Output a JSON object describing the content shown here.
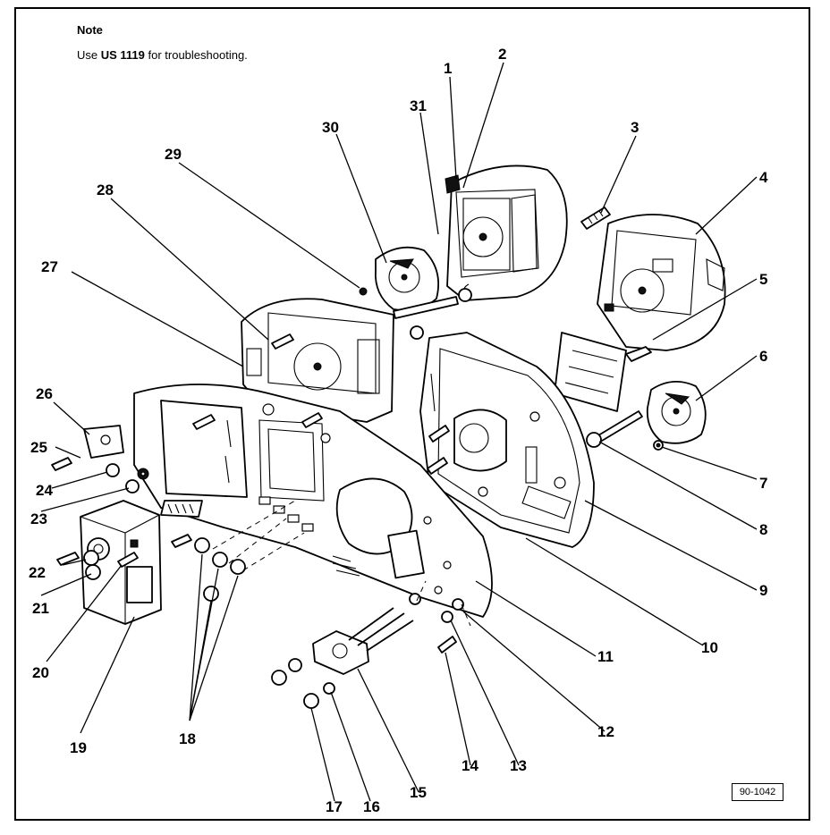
{
  "note": {
    "title": "Note",
    "body_prefix": "Use ",
    "body_ref": "US 1119",
    "body_suffix": " for troubleshooting."
  },
  "figure_number": "90-1042",
  "callouts": [
    "1",
    "2",
    "3",
    "4",
    "5",
    "6",
    "7",
    "8",
    "9",
    "10",
    "11",
    "12",
    "13",
    "14",
    "15",
    "16",
    "17",
    "18",
    "19",
    "20",
    "21",
    "22",
    "23",
    "24",
    "25",
    "26",
    "27",
    "28",
    "29",
    "30",
    "31"
  ]
}
